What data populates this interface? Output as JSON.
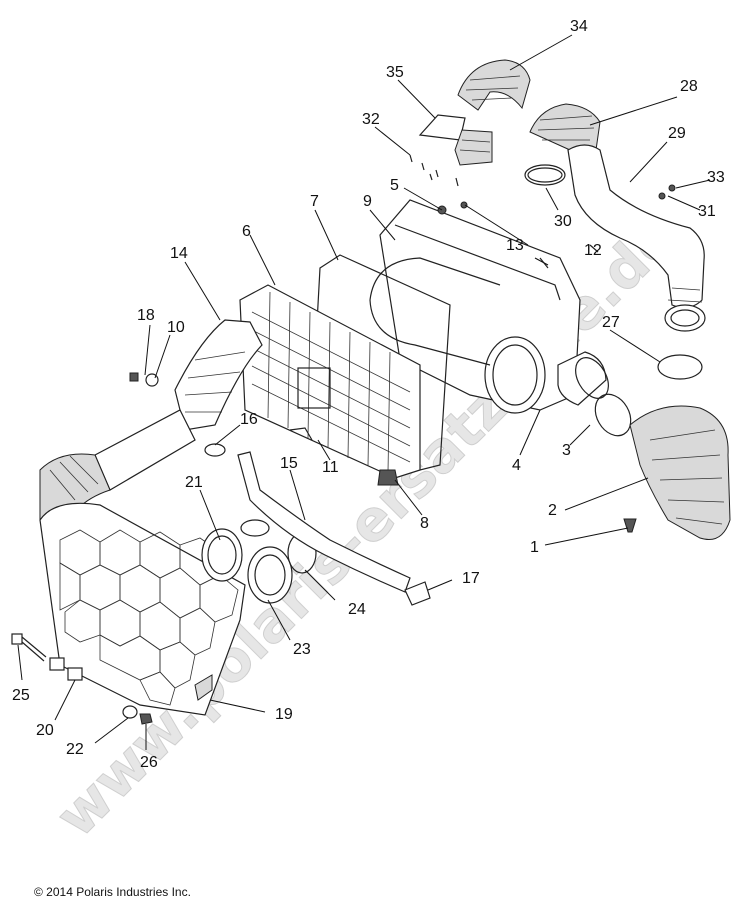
{
  "copyright": "© 2014 Polaris Industries Inc.",
  "watermark": "www.polaris-ersatzteile.de",
  "callouts": {
    "c1": "1",
    "c2": "2",
    "c3": "3",
    "c4": "4",
    "c5": "5",
    "c6": "6",
    "c7": "7",
    "c8": "8",
    "c9": "9",
    "c10": "10",
    "c11": "11",
    "c12": "12",
    "c13": "13",
    "c14": "14",
    "c15": "15",
    "c16": "16",
    "c17": "17",
    "c18": "18",
    "c19": "19",
    "c20": "20",
    "c21": "21",
    "c22": "22",
    "c23": "23",
    "c24": "24",
    "c25": "25",
    "c26": "26",
    "c27": "27",
    "c28": "28",
    "c29": "29",
    "c30": "30",
    "c31": "31",
    "c32": "32",
    "c33": "33",
    "c34": "34",
    "c35": "35"
  }
}
